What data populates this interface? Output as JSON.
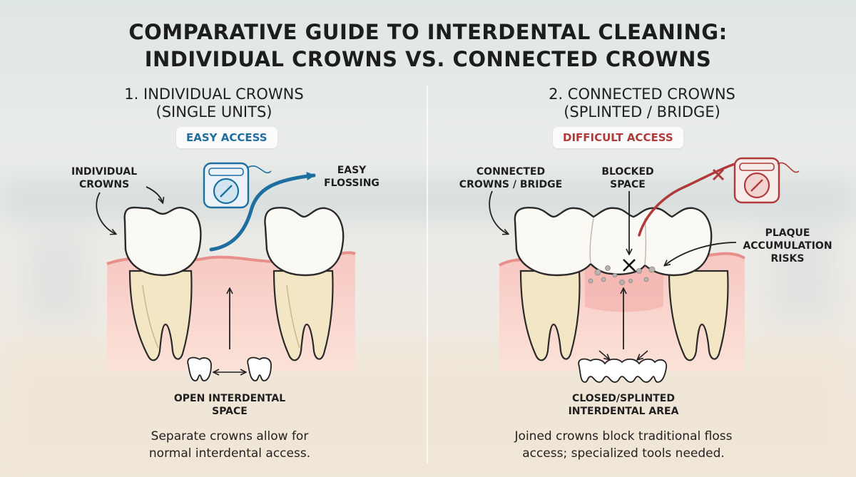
{
  "title": {
    "line1": "COMPARATIVE GUIDE TO INTERDENTAL CLEANING:",
    "line2": "INDIVIDUAL CROWNS VS. CONNECTED CROWNS"
  },
  "left": {
    "heading_line1": "1. INDIVIDUAL CROWNS",
    "heading_line2": "(SINGLE UNITS)",
    "badge": "EASY ACCESS",
    "crowns_label_line1": "INDIVIDUAL",
    "crowns_label_line2": "CROWNS",
    "flossing_label_line1": "EASY",
    "flossing_label_line2": "FLOSSING",
    "space_label_line1": "OPEN INTERDENTAL",
    "space_label_line2": "SPACE",
    "description_line1": "Separate crowns allow for",
    "description_line2": "normal interdental access."
  },
  "right": {
    "heading_line1": "2. CONNECTED CROWNS",
    "heading_line2": "(SPLINTED / BRIDGE)",
    "badge": "DIFFICULT ACCESS",
    "crowns_label_line1": "CONNECTED",
    "crowns_label_line2": "CROWNS / BRIDGE",
    "blocked_label_line1": "BLOCKED",
    "blocked_label_line2": "SPACE",
    "plaque_label_line1": "PLAQUE",
    "plaque_label_line2": "ACCUMULATION",
    "plaque_label_line3": "RISKS",
    "area_label_line1": "CLOSED/SPLINTED",
    "area_label_line2": "INTERDENTAL AREA",
    "description_line1": "Joined crowns block traditional floss",
    "description_line2": "access; specialized tools needed."
  },
  "colors": {
    "easy_accent": "#1e6fa0",
    "difficult_accent": "#b03a3a",
    "gum": "#f3b9b5",
    "root": "#f3e6c4",
    "crown": "#fbf9f4"
  }
}
